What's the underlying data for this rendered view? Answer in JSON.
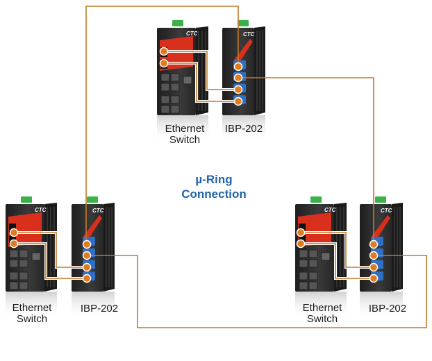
{
  "title": {
    "line1": "µ-Ring",
    "line2": "Connection"
  },
  "colors": {
    "ring_line": "#c07a2a",
    "title": "#1f64a8",
    "port_dot": "#e07b1f",
    "device_body": "#2b2b2b",
    "accent_red": "#d9301e",
    "fiber_port": "#2f6fc4",
    "terminal_green": "#3cb04a"
  },
  "nodes": [
    {
      "id": "top",
      "switch_label": {
        "line1": "Ethernet",
        "line2": "Switch"
      },
      "converter_label": "IBP-202"
    },
    {
      "id": "left",
      "switch_label": {
        "line1": "Ethernet",
        "line2": "Switch"
      },
      "converter_label": "IBP-202"
    },
    {
      "id": "right",
      "switch_label": {
        "line1": "Ethernet",
        "line2": "Switch"
      },
      "converter_label": "IBP-202"
    }
  ],
  "brand_logo_text": "CTC"
}
